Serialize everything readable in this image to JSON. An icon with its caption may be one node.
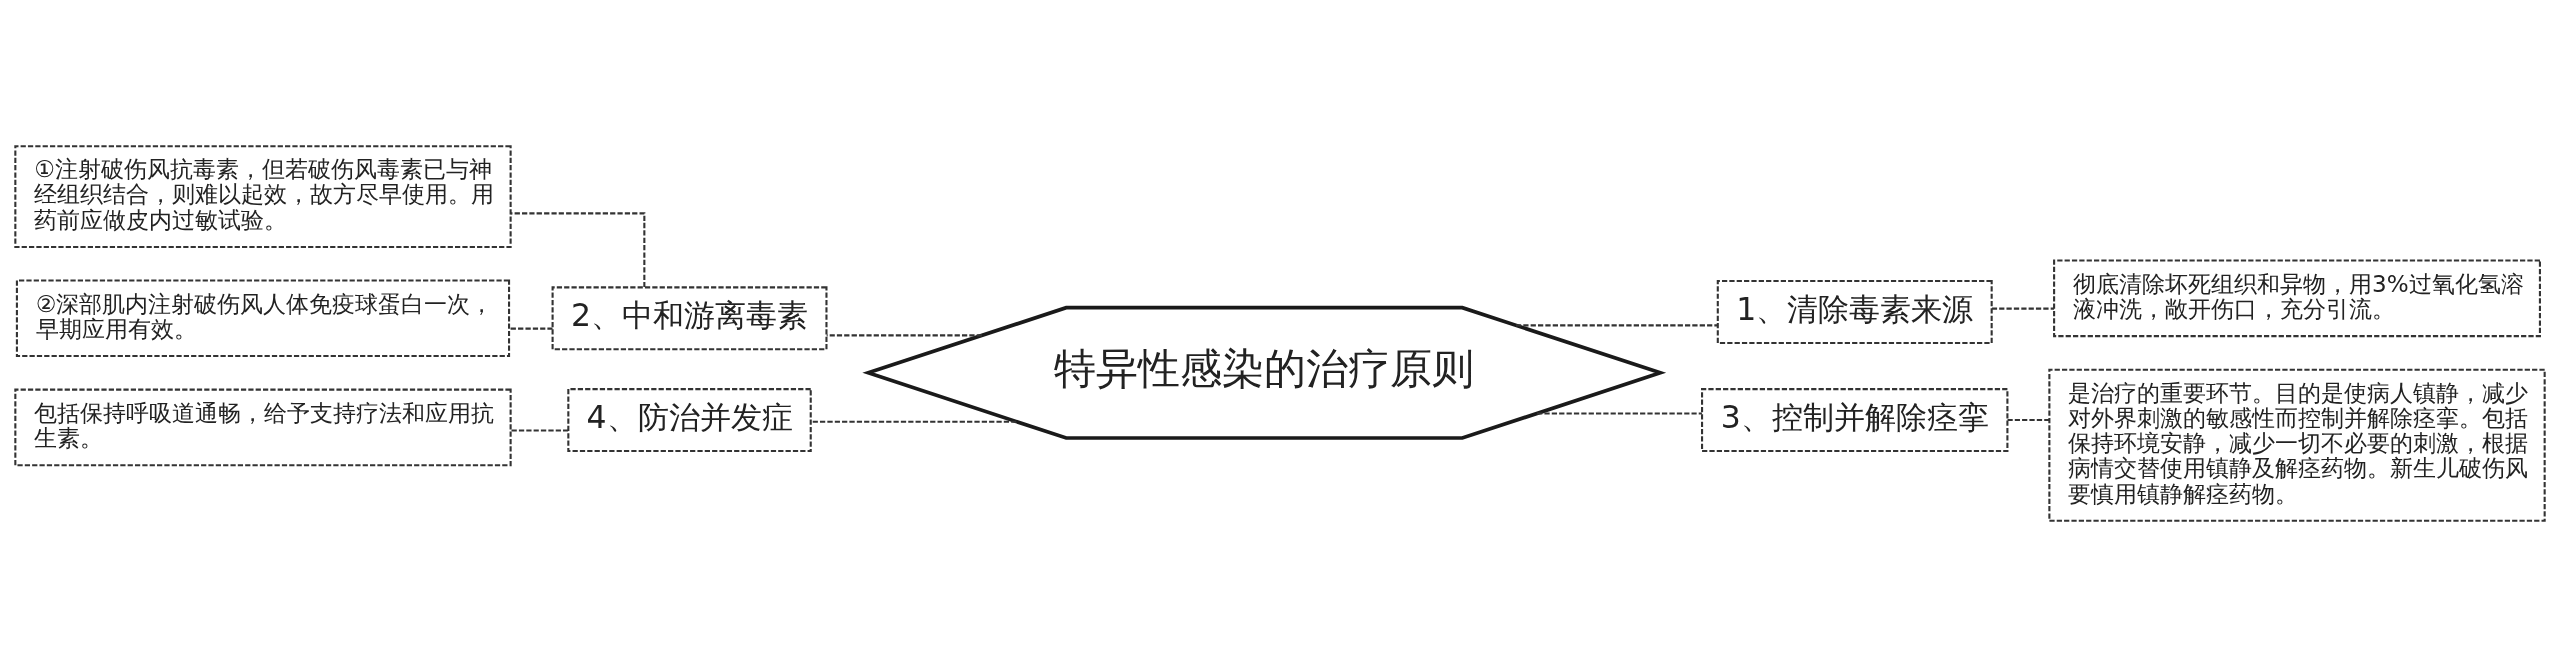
{
  "diagram": {
    "nodes": [
      {
        "text": [
          "特异性感染的治疗原则"
        ]
      },
      {
        "text": [
          "1、清除毒素来源"
        ]
      },
      {
        "text": [
          "彻底清除坏死组织和异物，用3%过氧化氢溶液冲洗，敞开伤口，充分引流。"
        ]
      },
      {
        "text": [
          "2、中和游离毒素"
        ]
      },
      {
        "text": [
          "①注射破伤风抗毒素，但若破伤风毒素已与神经组织结合，则难以起效，故方尽早使用。用药前应做皮内过敏试验。"
        ]
      },
      {
        "text": [
          "②深部肌内注射破伤风人体免疫球蛋白一次，早期应用有效。"
        ]
      },
      {
        "text": [
          "3、控制并解除痉挛"
        ]
      },
      {
        "text": [
          "是治疗的重要环节。目的是使病人镇静，减少对外界刺激的敏感性而控制并解除痉挛。包括保持环境安静，减少一切不必要的刺激，根据病情交替使用镇静及解痉药物。新生儿破伤风要慎用镇静解痉药物。"
        ]
      },
      {
        "text": [
          "4、防治并发症"
        ]
      },
      {
        "text": [
          "包括保持呼吸道通畅，给予支持疗法和应用抗生素。"
        ]
      }
    ],
    "edges": [
      {
        "from": 0,
        "to": 1,
        "arrow": "none",
        "style": "dashed"
      },
      {
        "from": 1,
        "to": 2,
        "arrow": "none",
        "style": "dashed"
      },
      {
        "from": 0,
        "to": 3,
        "arrow": "none",
        "style": "dashed"
      },
      {
        "from": 3,
        "to": 4,
        "arrow": "none",
        "style": "dashed"
      },
      {
        "from": 3,
        "to": 5,
        "arrow": "none",
        "style": "dashed"
      },
      {
        "from": 0,
        "to": 6,
        "arrow": "none",
        "style": "dashed"
      },
      {
        "from": 6,
        "to": 7,
        "arrow": "none",
        "style": "dashed"
      },
      {
        "from": 0,
        "to": 8,
        "arrow": "none",
        "style": "dashed"
      },
      {
        "from": 8,
        "to": 9,
        "arrow": "none",
        "style": "dashed"
      }
    ]
  }
}
